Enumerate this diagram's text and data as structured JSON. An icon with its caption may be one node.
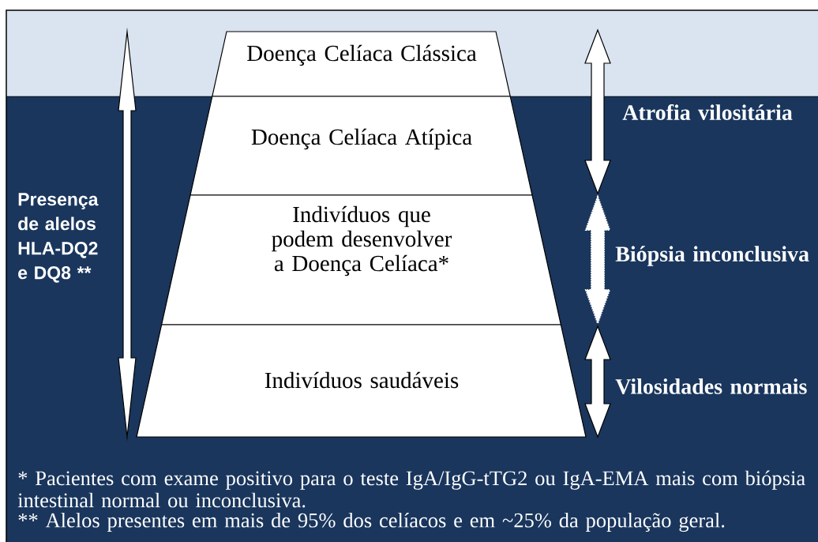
{
  "diagram": {
    "nodes": [
      {
        "text": [
          "Doença Celíaca Clássica"
        ]
      },
      {
        "text": [
          "Doença Celíaca Atípica"
        ]
      },
      {
        "text": [
          "Indivíduos que podem desenvolver a Doença Celíaca*"
        ]
      },
      {
        "text": [
          "Indivíduos saudáveis"
        ]
      }
    ],
    "labels": [
      "Presença de alelos HLA-DQ2 e DQ8 **",
      "Atrofia vilositária",
      "Biópsia inconclusiva",
      "Vilosidades normais",
      "* Pacientes com exame positivo para o teste IgA/IgG-tTG2 ou IgA-EMA mais com biópsia intestinal normal ou inconclusiva.",
      "** Alelos presentes em mais de 95% dos celíacos e em ~25% da população geral."
    ]
  }
}
